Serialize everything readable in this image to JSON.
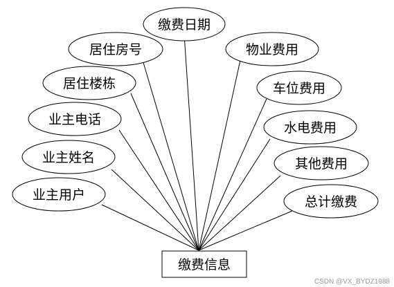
{
  "entity": {
    "label": "缴费信息"
  },
  "attributes": [
    {
      "id": "payment-date",
      "label": "缴费日期"
    },
    {
      "id": "property-fee",
      "label": "物业费用"
    },
    {
      "id": "parking-fee",
      "label": "车位费用"
    },
    {
      "id": "utility-fee",
      "label": "水电费用"
    },
    {
      "id": "other-fee",
      "label": "其他费用"
    },
    {
      "id": "total-payment",
      "label": "总计缴费"
    },
    {
      "id": "room-number",
      "label": "居住房号"
    },
    {
      "id": "building",
      "label": "居住楼栋"
    },
    {
      "id": "owner-phone",
      "label": "业主电话"
    },
    {
      "id": "owner-name",
      "label": "业主姓名"
    },
    {
      "id": "owner-account",
      "label": "业主用户"
    }
  ],
  "watermark": "CSDN @VX_BYDZ1988",
  "colors": {
    "stroke": "#000000",
    "background": "#ffffff",
    "watermark": "#9a9a9a"
  }
}
